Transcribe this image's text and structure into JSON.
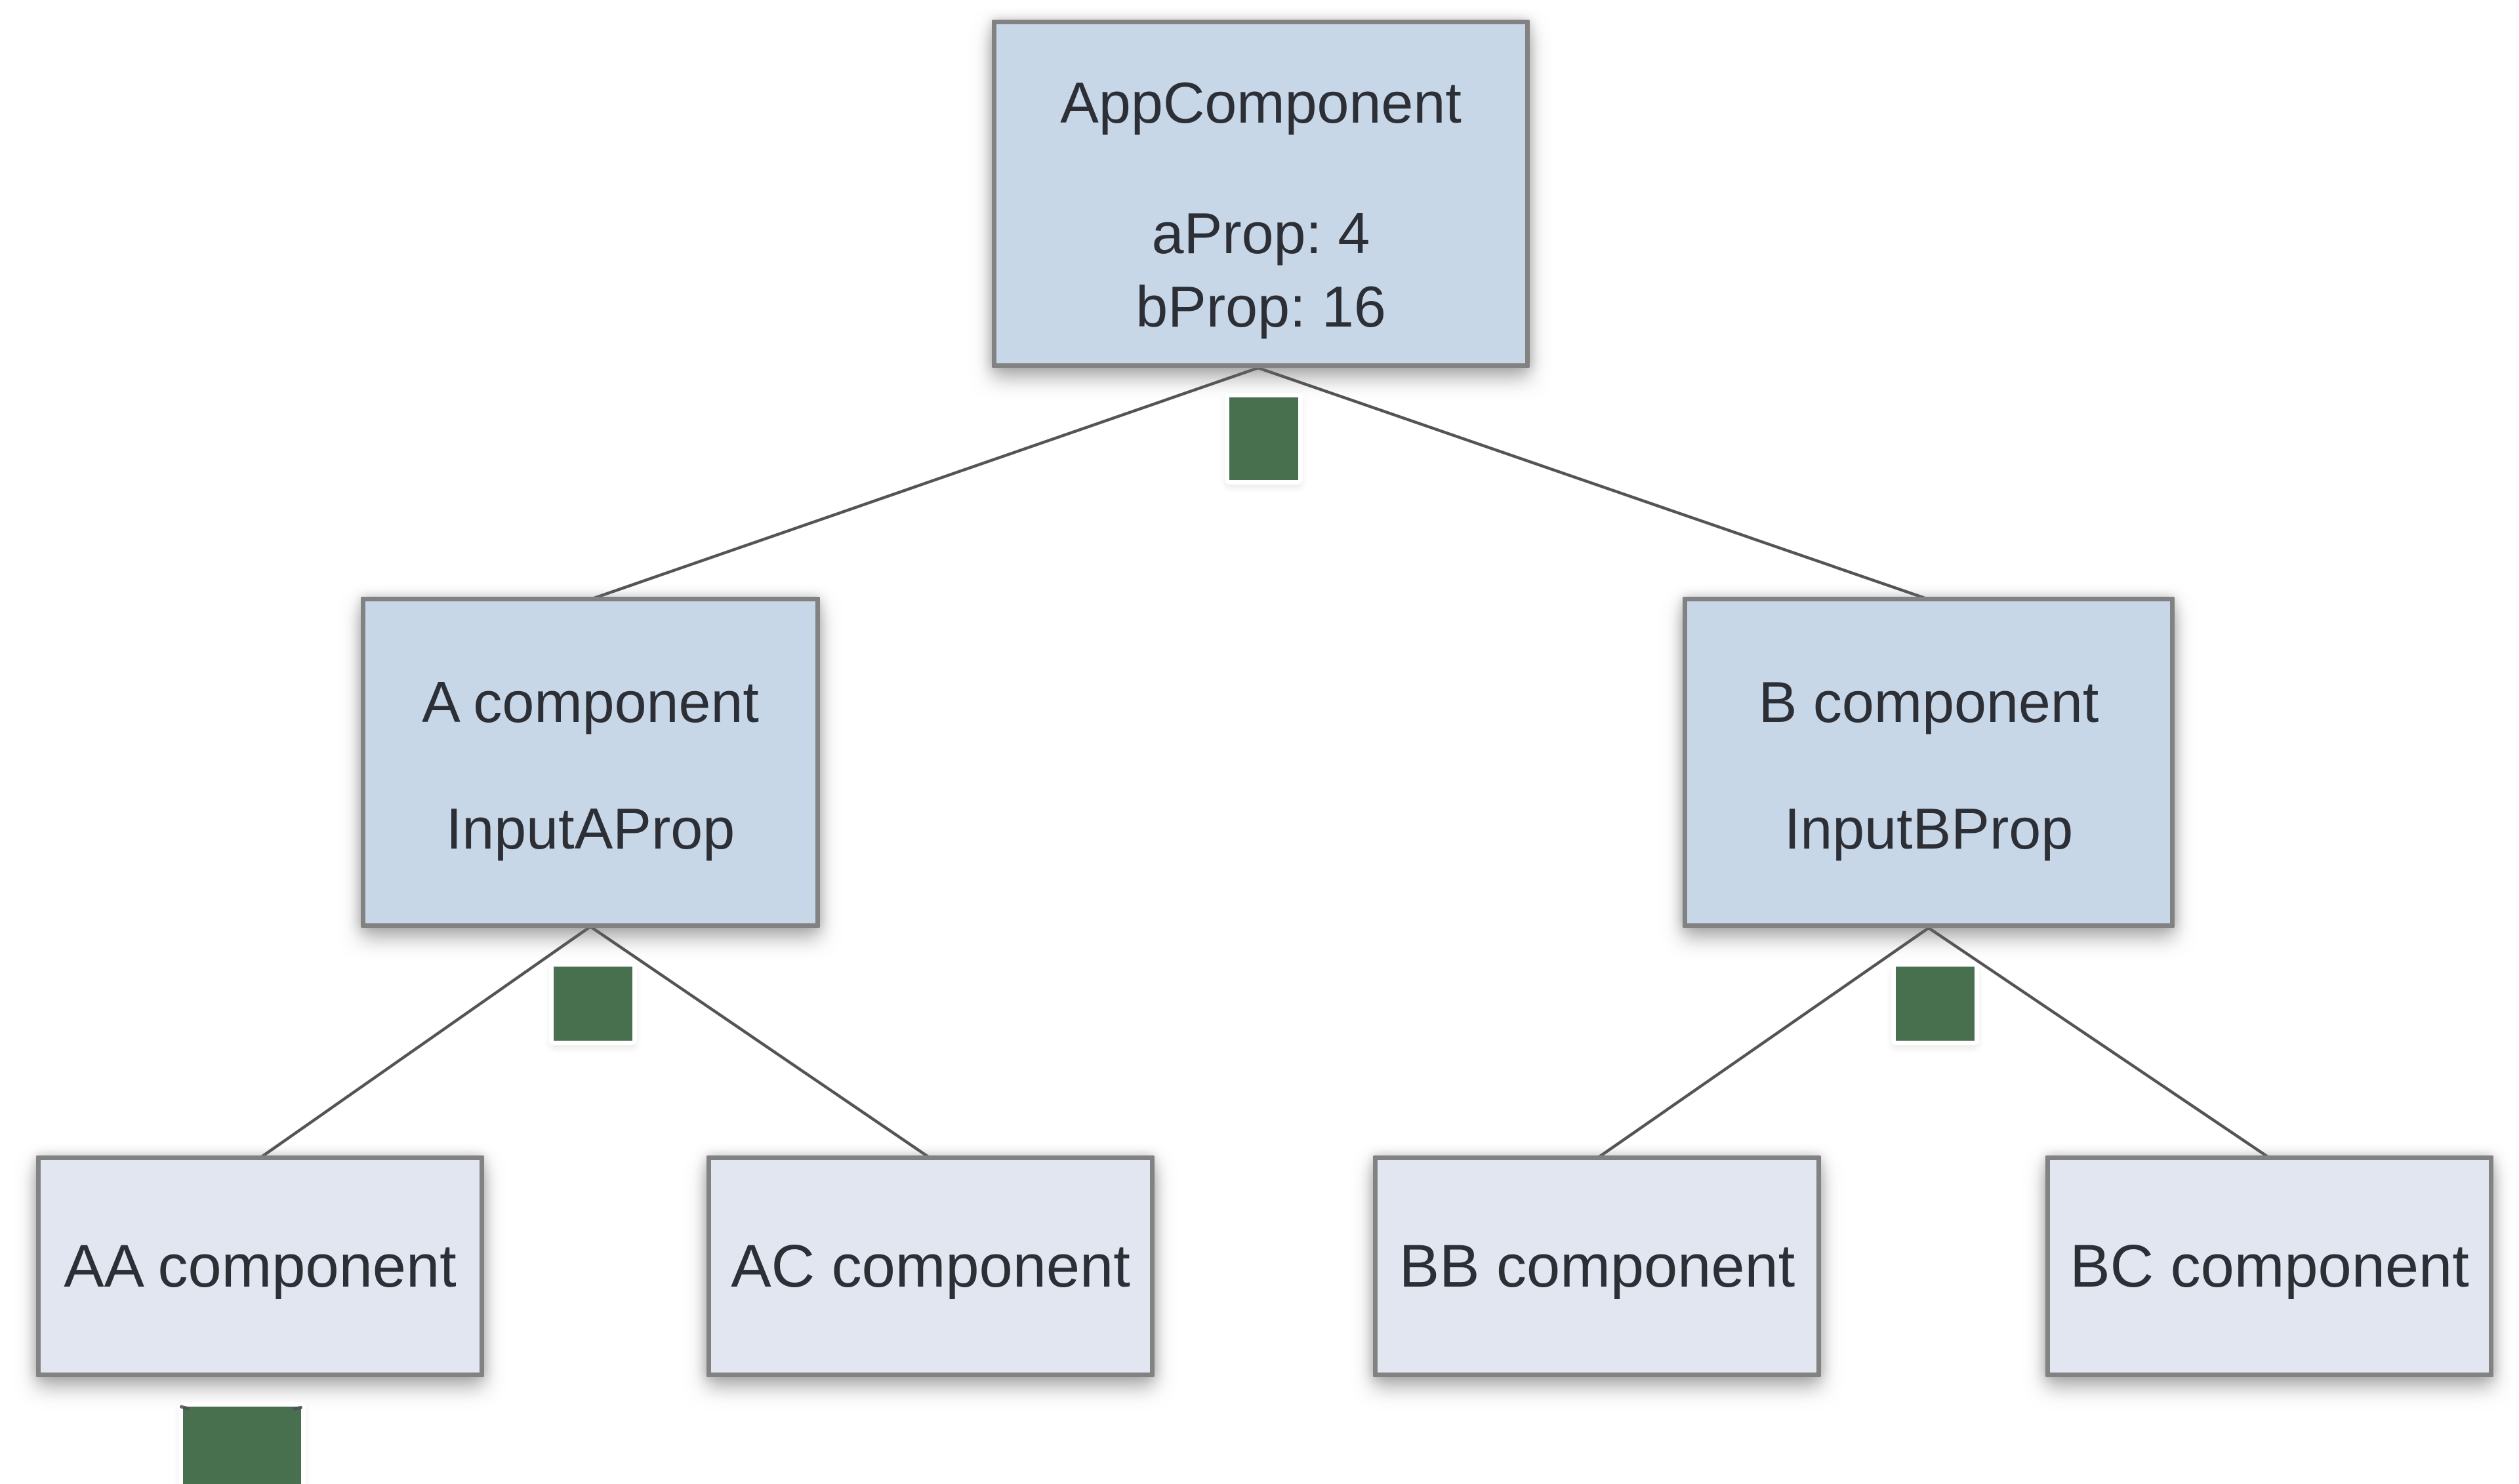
{
  "colors": {
    "background": "#ffffff",
    "upper_box_fill": "#c8d7e7",
    "lower_box_fill": "#e1e6f0",
    "box_border": "#828282",
    "connector_line": "#46464a",
    "marker_green": "#48704e",
    "text": "#2c2f36"
  },
  "nodes": {
    "app": {
      "title": "AppComponent",
      "props": [
        "aProp: 4",
        "bProp: 16"
      ]
    },
    "a": {
      "title": "A component",
      "props": [
        "InputAProp"
      ]
    },
    "b": {
      "title": "B component",
      "props": [
        "InputBProp"
      ]
    },
    "aa": {
      "label": "AA component"
    },
    "ac": {
      "label": "AC component"
    },
    "bb": {
      "label": "BB component"
    },
    "bc": {
      "label": "BC component"
    }
  },
  "markers": {
    "shape": "square",
    "color": "#48704e",
    "items": [
      "app-children-marker",
      "a-children-marker",
      "b-children-marker",
      "aa-children-marker"
    ]
  }
}
